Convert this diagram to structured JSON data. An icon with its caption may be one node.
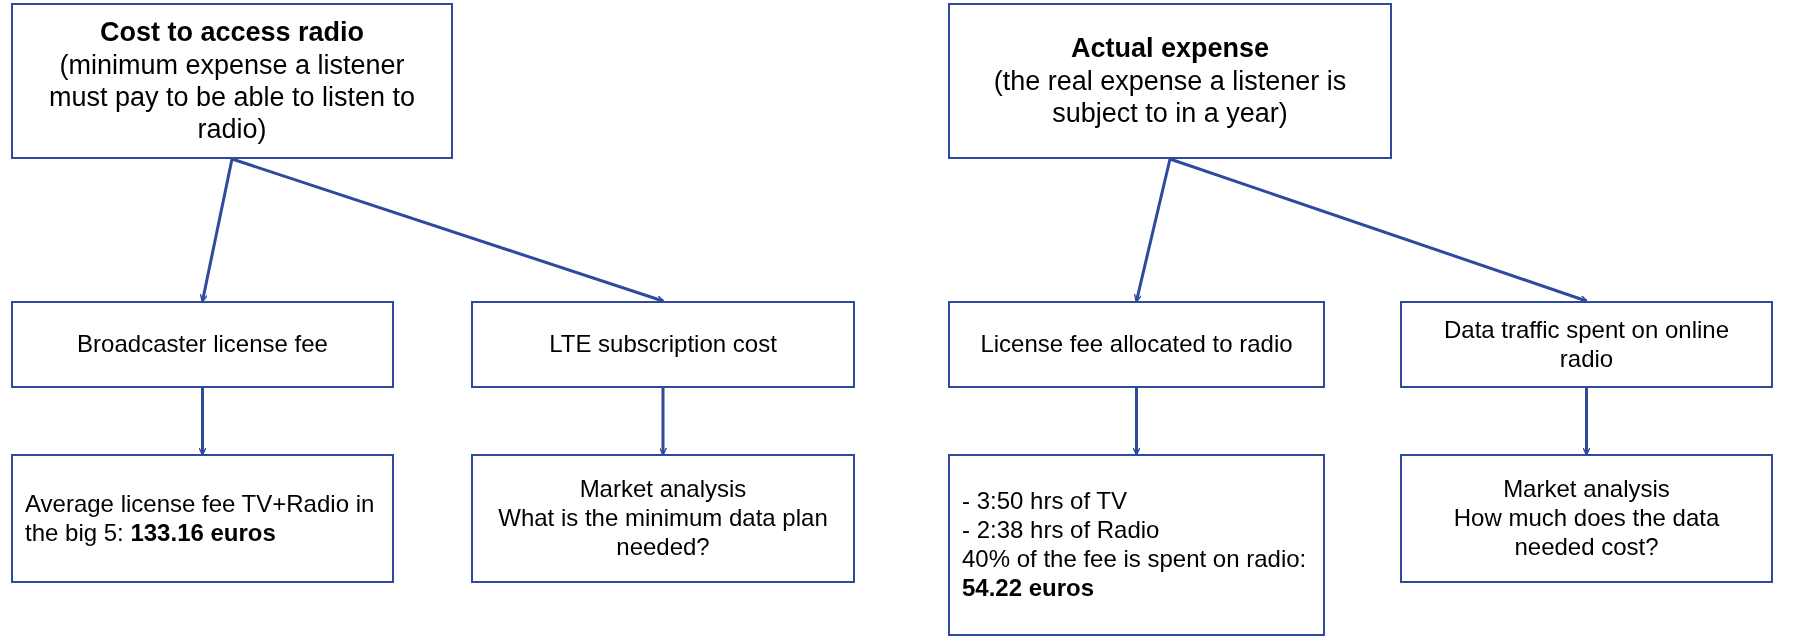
{
  "diagram": {
    "nodes": [
      {
        "text": [
          "Cost to access radio",
          "(minimum expense a listener must pay to be able to listen to radio)"
        ]
      },
      {
        "text": [
          "Actual expense",
          "(the real expense a listener is subject to in a year)"
        ]
      },
      {
        "text": [
          "Broadcaster license fee"
        ]
      },
      {
        "text": [
          "LTE subscription cost"
        ]
      },
      {
        "text": [
          "License fee allocated to radio"
        ]
      },
      {
        "text": [
          "Data traffic spent on online radio"
        ]
      },
      {
        "text": [
          "Average license fee TV+Radio in the big 5: **133.16 euros**"
        ]
      },
      {
        "text": [
          "Market analysis",
          "What is the minimum data plan needed?"
        ]
      },
      {
        "text": [
          "- 3:50 hrs of TV",
          "- 2:38 hrs of Radio",
          "40% of the fee is spent on radio: **54.22 euros**"
        ]
      },
      {
        "text": [
          "Market analysis",
          "How much does the data needed cost?"
        ]
      }
    ],
    "edges": [
      {
        "from": 0,
        "to": 2,
        "arrow": "to"
      },
      {
        "from": 0,
        "to": 3,
        "arrow": "to"
      },
      {
        "from": 1,
        "to": 4,
        "arrow": "to"
      },
      {
        "from": 1,
        "to": 5,
        "arrow": "to"
      },
      {
        "from": 2,
        "to": 6,
        "arrow": "to"
      },
      {
        "from": 3,
        "to": 7,
        "arrow": "to"
      },
      {
        "from": 4,
        "to": 8,
        "arrow": "to"
      },
      {
        "from": 5,
        "to": 9,
        "arrow": "to"
      }
    ]
  }
}
